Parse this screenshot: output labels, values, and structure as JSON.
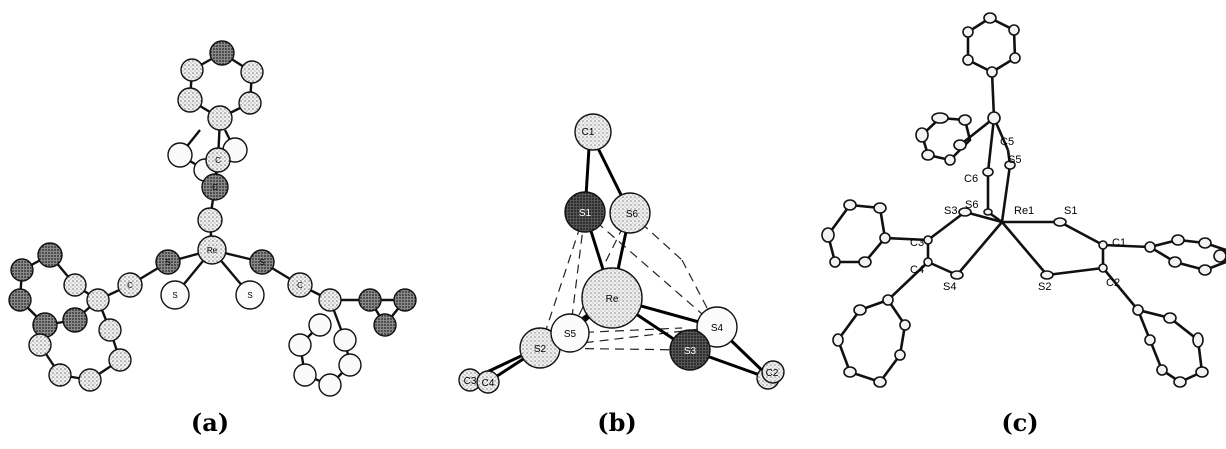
{
  "panels": [
    {
      "id": "a",
      "caption": "(a)",
      "atom_labels": [
        "C",
        "C",
        "Re",
        "S",
        "S",
        "S",
        "S",
        "C",
        "C"
      ]
    },
    {
      "id": "b",
      "caption": "(b)",
      "atom_labels": [
        "C1",
        "S1",
        "S6",
        "Re",
        "S2",
        "S5",
        "S4",
        "S3",
        "C3",
        "C4",
        "C2"
      ]
    },
    {
      "id": "c",
      "caption": "(c)",
      "atom_labels": [
        "C5",
        "S5",
        "C6",
        "S6",
        "S3",
        "Re1",
        "S1",
        "C3",
        "C1",
        "C4",
        "S4",
        "S2",
        "C2"
      ]
    }
  ],
  "styles": {
    "ink": "#111111",
    "atom_light": "#e9e9e9",
    "atom_mid": "#9c9c9c",
    "atom_dark": "#3a3a3a"
  }
}
